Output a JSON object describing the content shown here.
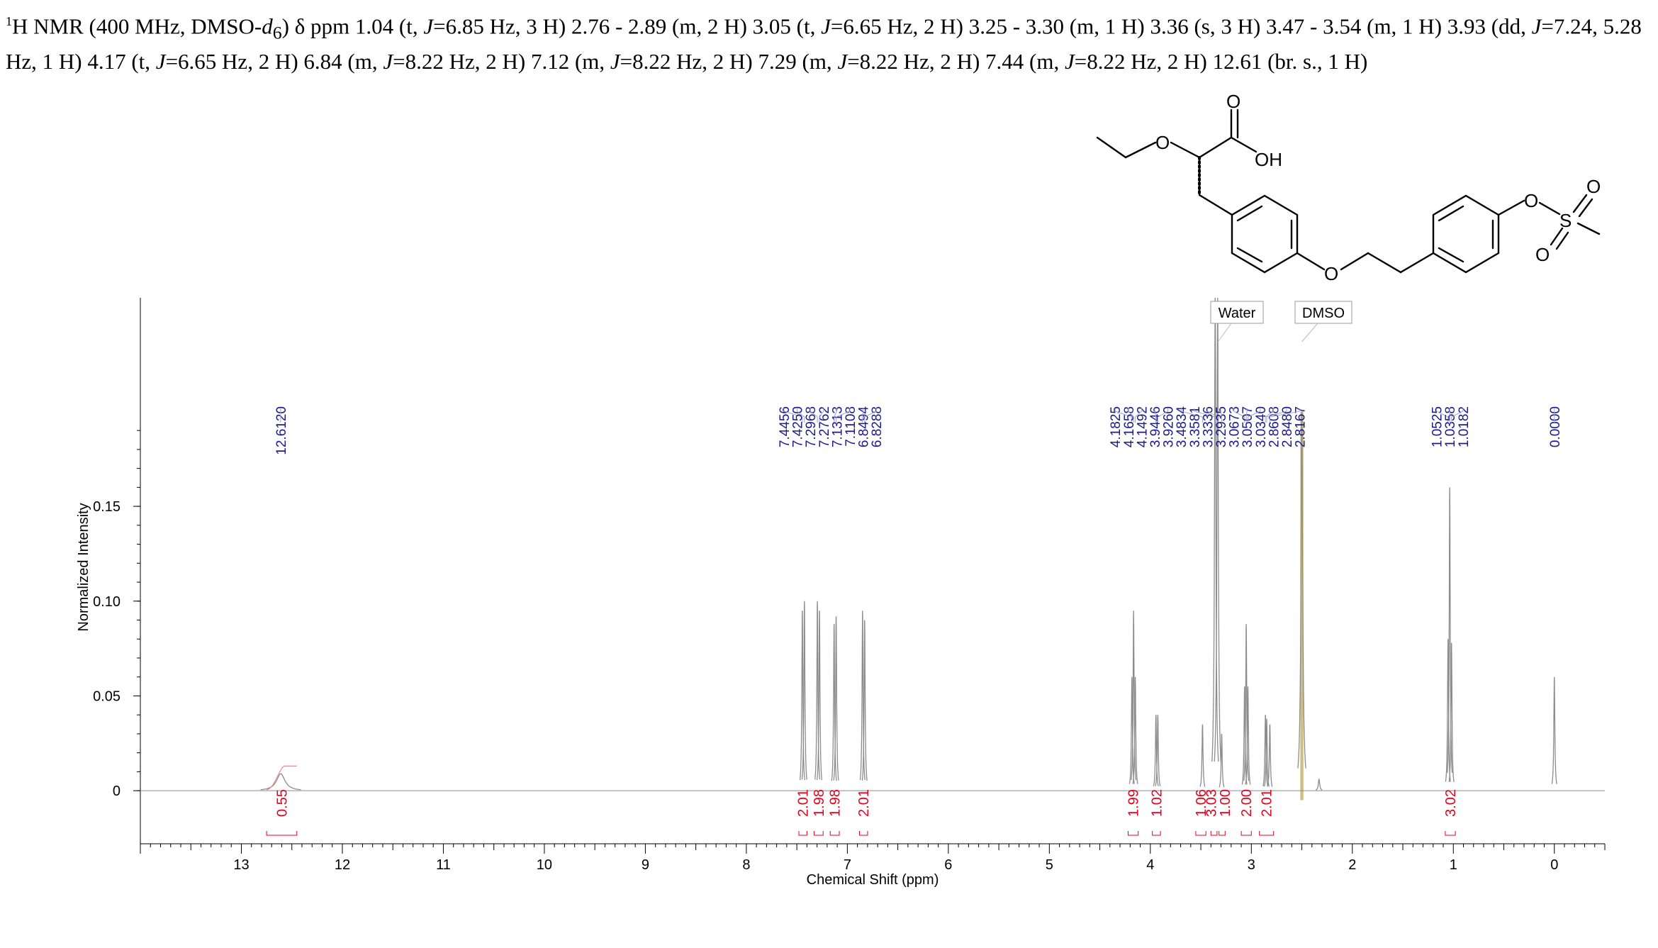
{
  "header": {
    "nucleus_mass": "1",
    "parts": [
      {
        "t": "H NMR (400 MHz, DMSO-"
      },
      {
        "t": "d",
        "i": true
      },
      {
        "t": "6",
        "sub": true
      },
      {
        "t": ") δ ppm 1.04 (t, "
      },
      {
        "t": "J",
        "i": true
      },
      {
        "t": "=6.85 Hz, 3 H) 2.76 - 2.89 (m, 2 H) 3.05 (t, "
      },
      {
        "t": "J",
        "i": true
      },
      {
        "t": "=6.65 Hz, 2 H) 3.25 - 3.30 (m, 1 H) 3.36 (s, 3 H) 3.47 - 3.54 (m, 1 H) 3.93 (dd, "
      },
      {
        "t": "J",
        "i": true
      },
      {
        "t": "=7.24, 5.28 Hz, 1 H) 4.17 (t, "
      },
      {
        "t": "J",
        "i": true
      },
      {
        "t": "=6.65 Hz, 2 H) 6.84 (m, "
      },
      {
        "t": "J",
        "i": true
      },
      {
        "t": "=8.22 Hz, 2 H) 7.12 (m, "
      },
      {
        "t": "J",
        "i": true
      },
      {
        "t": "=8.22 Hz, 2 H) 7.29 (m, "
      },
      {
        "t": "J",
        "i": true
      },
      {
        "t": "=8.22 Hz, 2 H) 7.44 (m, "
      },
      {
        "t": "J",
        "i": true
      },
      {
        "t": "=8.22 Hz, 2 H) 12.61 (br. s., 1 H)"
      }
    ]
  },
  "molecule": {
    "atom_labels": [
      "O",
      "O",
      "OH",
      "O",
      "O",
      "S",
      "O",
      "O"
    ]
  },
  "chart_data": {
    "type": "line",
    "xlabel": "Chemical Shift (ppm)",
    "ylabel": "Normalized Intensity",
    "xlim": [
      14.0,
      -0.5
    ],
    "ylim": [
      -0.028,
      0.26
    ],
    "x_ticks": [
      13,
      12,
      11,
      10,
      9,
      8,
      7,
      6,
      5,
      4,
      3,
      2,
      1,
      0
    ],
    "y_ticks": [
      0,
      0.05,
      0.1,
      0.15
    ],
    "y_tick_labels": [
      "0",
      "0.05",
      "0.10",
      "0.15"
    ],
    "peaks": [
      {
        "x": 12.61,
        "h": 0.009,
        "w": 0.05
      },
      {
        "x": 7.4456,
        "h": 0.095,
        "w": 0.006
      },
      {
        "x": 7.425,
        "h": 0.1,
        "w": 0.006
      },
      {
        "x": 7.2968,
        "h": 0.1,
        "w": 0.006
      },
      {
        "x": 7.2762,
        "h": 0.095,
        "w": 0.006
      },
      {
        "x": 7.1313,
        "h": 0.088,
        "w": 0.006
      },
      {
        "x": 7.1108,
        "h": 0.092,
        "w": 0.006
      },
      {
        "x": 6.8494,
        "h": 0.095,
        "w": 0.006
      },
      {
        "x": 6.8288,
        "h": 0.09,
        "w": 0.006
      },
      {
        "x": 4.1825,
        "h": 0.06,
        "w": 0.006
      },
      {
        "x": 4.1658,
        "h": 0.095,
        "w": 0.006
      },
      {
        "x": 4.1492,
        "h": 0.06,
        "w": 0.006
      },
      {
        "x": 3.9446,
        "h": 0.04,
        "w": 0.006
      },
      {
        "x": 3.926,
        "h": 0.04,
        "w": 0.006
      },
      {
        "x": 3.4834,
        "h": 0.035,
        "w": 0.006
      },
      {
        "x": 3.3581,
        "h": 0.26,
        "w": 0.008
      },
      {
        "x": 3.3336,
        "h": 0.26,
        "w": 0.008
      },
      {
        "x": 3.2935,
        "h": 0.03,
        "w": 0.006
      },
      {
        "x": 3.0673,
        "h": 0.055,
        "w": 0.006
      },
      {
        "x": 3.0507,
        "h": 0.088,
        "w": 0.006
      },
      {
        "x": 3.034,
        "h": 0.055,
        "w": 0.006
      },
      {
        "x": 2.8608,
        "h": 0.04,
        "w": 0.006
      },
      {
        "x": 2.848,
        "h": 0.038,
        "w": 0.006
      },
      {
        "x": 2.8167,
        "h": 0.035,
        "w": 0.006
      },
      {
        "x": 2.5,
        "h": 0.2,
        "w": 0.01
      },
      {
        "x": 2.33,
        "h": 0.006,
        "w": 0.008
      },
      {
        "x": 1.0525,
        "h": 0.08,
        "w": 0.006
      },
      {
        "x": 1.0358,
        "h": 0.16,
        "w": 0.006
      },
      {
        "x": 1.0182,
        "h": 0.078,
        "w": 0.006
      },
      {
        "x": 0.0,
        "h": 0.06,
        "w": 0.006
      }
    ],
    "peak_label_groups": [
      {
        "labels": [
          "12.6120"
        ],
        "peaks": [
          12.612
        ]
      },
      {
        "labels": [
          "7.4456",
          "7.4250",
          "7.2968",
          "7.2762",
          "7.1313",
          "7.1108",
          "6.8494",
          "6.8288"
        ],
        "peaks": [
          7.4456,
          7.425,
          7.2968,
          7.2762,
          7.1313,
          7.1108,
          6.8494,
          6.8288
        ]
      },
      {
        "labels": [
          "4.1825",
          "4.1658",
          "4.1492",
          "3.9446",
          "3.9260",
          "3.4834",
          "3.3581",
          "3.3336",
          "3.2935",
          "3.0673",
          "3.0507",
          "3.0340",
          "2.8608",
          "2.8480",
          "2.8167"
        ],
        "peaks": [
          4.1825,
          4.1658,
          4.1492,
          3.9446,
          3.926,
          3.4834,
          3.3581,
          3.3336,
          3.2935,
          3.0673,
          3.0507,
          3.034,
          2.8608,
          2.848,
          2.8167
        ]
      },
      {
        "labels": [
          "1.0525",
          "1.0358",
          "1.0182"
        ],
        "peaks": [
          1.0525,
          1.0358,
          1.0182
        ]
      },
      {
        "labels": [
          "0.0000"
        ],
        "peaks": [
          0.0
        ]
      }
    ],
    "annotations": [
      {
        "text": "Water",
        "x": 3.33
      },
      {
        "text": "DMSO",
        "x": 2.5
      }
    ],
    "integrals": [
      {
        "label": "0.55",
        "from": 12.75,
        "to": 12.45
      },
      {
        "label": "2.01",
        "from": 7.48,
        "to": 7.4
      },
      {
        "label": "1.98",
        "from": 7.33,
        "to": 7.24
      },
      {
        "label": "1.98",
        "from": 7.17,
        "to": 7.08
      },
      {
        "label": "2.01",
        "from": 6.88,
        "to": 6.8
      },
      {
        "label": "1.99",
        "from": 4.22,
        "to": 4.12
      },
      {
        "label": "1.02",
        "from": 3.98,
        "to": 3.9
      },
      {
        "label": "1.06",
        "from": 3.55,
        "to": 3.45
      },
      {
        "label": "3.03",
        "from": 3.4,
        "to": 3.34
      },
      {
        "label": "1.00",
        "from": 3.32,
        "to": 3.26
      },
      {
        "label": "2.00",
        "from": 3.1,
        "to": 3.0
      },
      {
        "label": "2.01",
        "from": 2.92,
        "to": 2.78
      },
      {
        "label": "3.02",
        "from": 1.08,
        "to": 0.98
      }
    ]
  },
  "colors": {
    "spectrum": "#8c8c8c",
    "peak_label": "#1a1a8c",
    "integral": "#e8001c",
    "dmso_band": "#c8b26a",
    "axis": "#000000"
  }
}
